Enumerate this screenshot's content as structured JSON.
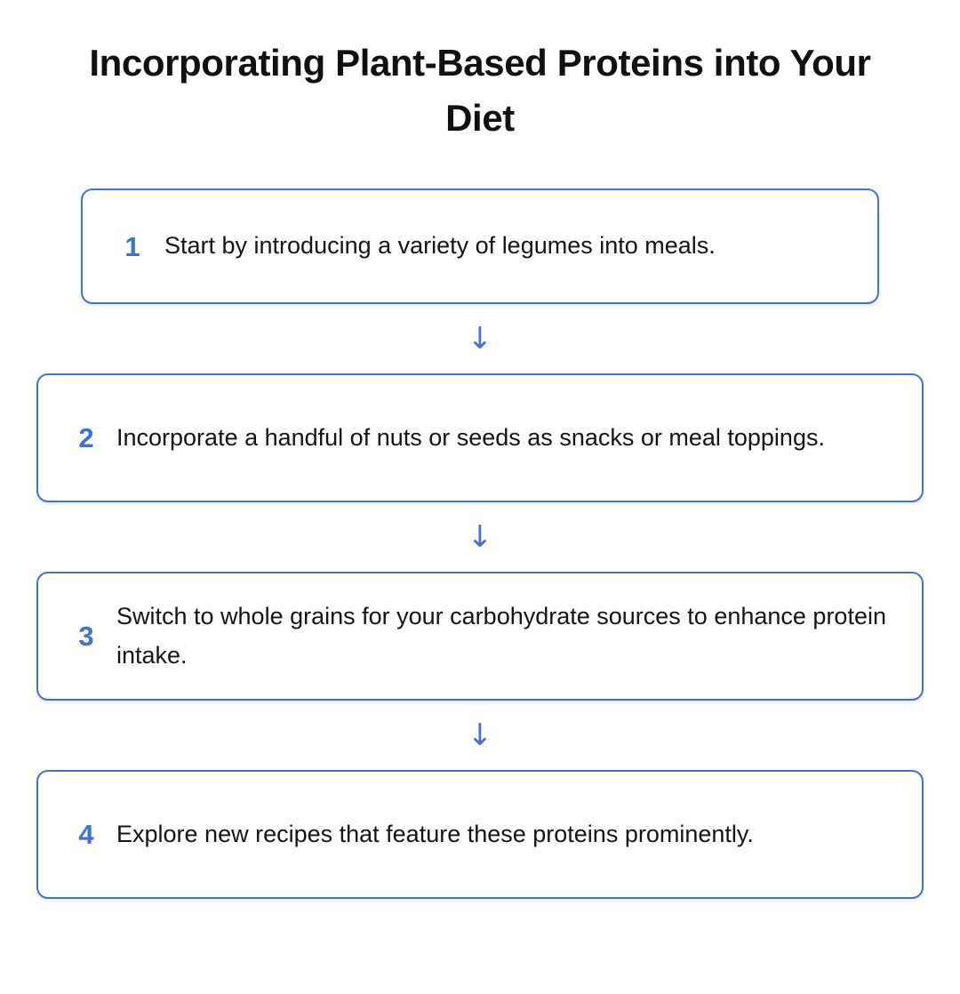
{
  "document": {
    "title": "Incorporating Plant-Based Proteins into Your Diet",
    "background_color": "#ffffff",
    "accent_color": "#4272ce",
    "text_color": "#141414",
    "title_color": "#111111"
  },
  "flow": {
    "connector_icon": "↓",
    "connector_name": "down-arrow",
    "steps": [
      {
        "number": "1",
        "text": "Start by introducing a variety of legumes into meals.",
        "width": "narrow"
      },
      {
        "number": "2",
        "text": "Incorporate a handful of nuts or seeds as snacks or meal toppings.",
        "width": "wide"
      },
      {
        "number": "3",
        "text": "Switch to whole grains for your carbohydrate sources to enhance protein intake.",
        "width": "wide"
      },
      {
        "number": "4",
        "text": "Explore new recipes that feature these proteins prominently.",
        "width": "wide"
      }
    ]
  }
}
